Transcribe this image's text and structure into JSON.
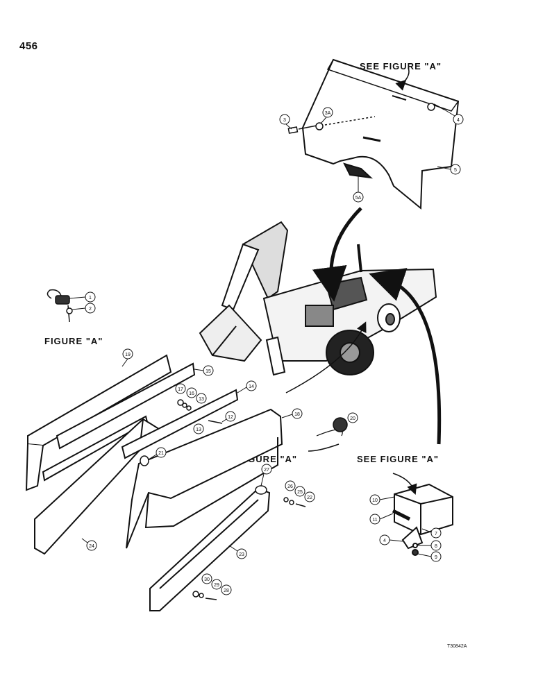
{
  "page": {
    "number": "456",
    "drawing_code": "T30842A"
  },
  "figure_a_label": "FIGURE \"A\"",
  "callouts": {
    "top": "SEE FIGURE \"A\"",
    "middle": "SEE FIGURE \"A\"",
    "bottom_right": "SEE FIGURE \"A\""
  },
  "part_numbers": {
    "p1": "1",
    "p2": "2",
    "p3": "3",
    "p3a": "3A",
    "p4_top": "4",
    "p5": "5",
    "p5a": "5A",
    "p4_box": "4",
    "p7": "7",
    "p8": "8",
    "p9": "9",
    "p10": "10",
    "p11": "11",
    "p12": "12",
    "p13a": "13",
    "p13b": "13",
    "p14": "14",
    "p15": "15",
    "p16": "16",
    "p17": "17",
    "p18": "18",
    "p19": "19",
    "p20": "20",
    "p21": "21",
    "p22": "22",
    "p23": "23",
    "p24": "24",
    "p25": "25",
    "p26": "26",
    "p27": "27",
    "p28": "28",
    "p29": "29",
    "p30": "30"
  }
}
